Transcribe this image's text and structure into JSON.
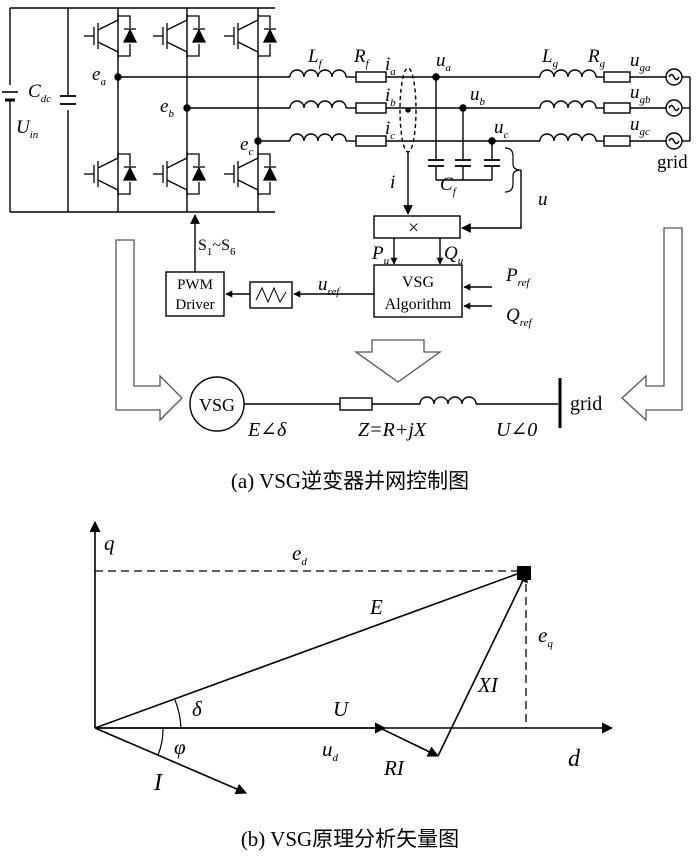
{
  "circuit": {
    "Cdc": {
      "main": "C",
      "sub": "dc"
    },
    "Uin": {
      "main": "U",
      "sub": "in"
    },
    "ea": {
      "main": "e",
      "sub": "a"
    },
    "eb": {
      "main": "e",
      "sub": "b"
    },
    "ec": {
      "main": "e",
      "sub": "c"
    },
    "Lf": {
      "main": "L",
      "sub": "f"
    },
    "Rf": {
      "main": "R",
      "sub": "f"
    },
    "ia": {
      "main": "i",
      "sub": "a"
    },
    "ib": {
      "main": "i",
      "sub": "b"
    },
    "ic": {
      "main": "i",
      "sub": "c"
    },
    "ua": {
      "main": "u",
      "sub": "a"
    },
    "ub": {
      "main": "u",
      "sub": "b"
    },
    "uc": {
      "main": "u",
      "sub": "c"
    },
    "Lg": {
      "main": "L",
      "sub": "g"
    },
    "Rg": {
      "main": "R",
      "sub": "g"
    },
    "uga": {
      "main": "u",
      "sub": "ga"
    },
    "ugb": {
      "main": "u",
      "sub": "gb"
    },
    "ugc": {
      "main": "u",
      "sub": "gc"
    },
    "Cf": {
      "main": "C",
      "sub": "f"
    },
    "i": "i",
    "u": "u",
    "grid": "grid",
    "multiplier": "×",
    "Pu": {
      "main": "P",
      "sub": "u"
    },
    "Qu": {
      "main": "Q",
      "sub": "u"
    },
    "S": {
      "a": "S",
      "a_sub": "1",
      "tilde": "~S",
      "b_sub": "6"
    },
    "vsg_block": [
      "VSG",
      "Algorithm"
    ],
    "pwm_block": [
      "PWM",
      "Driver"
    ],
    "uref": {
      "main": "u",
      "sub": "ref"
    },
    "Pref": {
      "main": "P",
      "sub": "ref"
    },
    "Qref": {
      "main": "Q",
      "sub": "ref"
    }
  },
  "equivalent": {
    "vsg": "VSG",
    "E_delta": "E∠δ",
    "Z": "Z=R+jX",
    "U_zero": "U∠0",
    "grid": "grid"
  },
  "captions": {
    "a": "(a) VSG逆变器并网控制图",
    "b": "(b) VSG原理分析矢量图"
  },
  "vector": {
    "q": "q",
    "d": "d",
    "ed": "e",
    "ed_sub": "d",
    "E": "E",
    "delta": "δ",
    "U": "U",
    "eq": "e",
    "eq_sub": "q",
    "XI": "XI",
    "phi": "φ",
    "ud": "u",
    "ud_sub": "d",
    "RI": "RI",
    "I": "I"
  }
}
